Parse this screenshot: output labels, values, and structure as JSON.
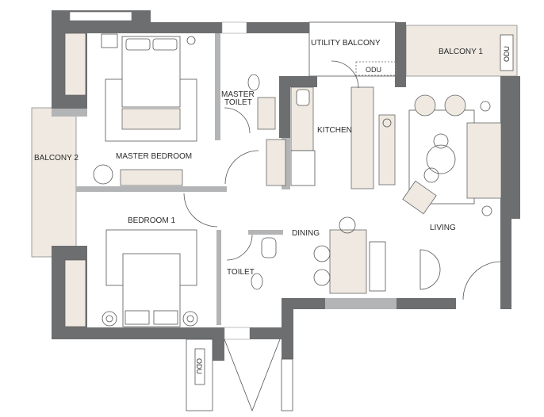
{
  "plan": {
    "rooms": {
      "master_bedroom": "MASTER BEDROOM",
      "master_toilet_line1": "MASTER",
      "master_toilet_line2": "TOILET",
      "utility_balcony": "UTILITY BALCONY",
      "balcony_1": "BALCONY 1",
      "kitchen": "KITCHEN",
      "balcony_2": "BALCONY 2",
      "bedroom_1": "BEDROOM 1",
      "toilet": "TOILET",
      "dining": "DINING",
      "living": "LIVING"
    },
    "odu_labels": [
      "ODU",
      "ODU",
      "ODU"
    ]
  },
  "colors": {
    "wall": "#6d6e70",
    "finish": "#efe9e1"
  }
}
